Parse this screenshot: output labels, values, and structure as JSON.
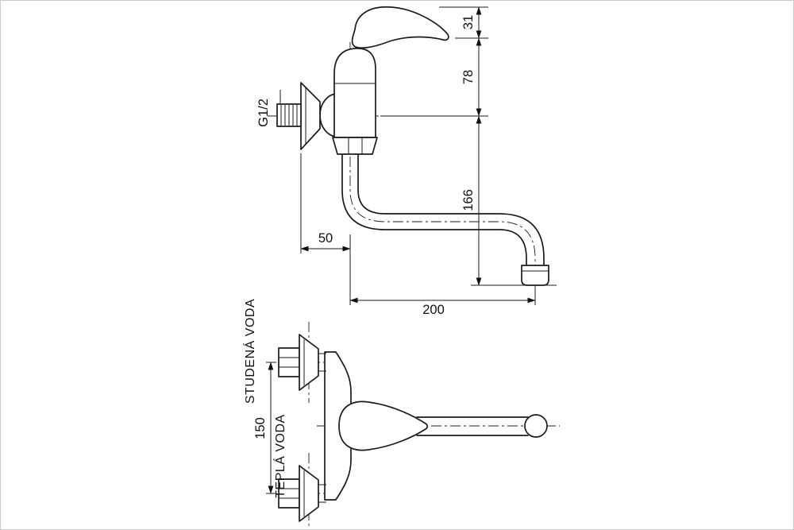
{
  "dimensions": {
    "handle_height": "31",
    "body_height": "78",
    "spout_drop": "166",
    "wall_offset": "50",
    "spout_reach": "200",
    "connection_spacing": "150",
    "thread_size": "G1/2"
  },
  "labels": {
    "cold_water": "STUDENÁ VODA",
    "hot_water": "TEPLÁ VODA"
  },
  "colors": {
    "line": "#1c1c1c",
    "background": "#ffffff"
  }
}
